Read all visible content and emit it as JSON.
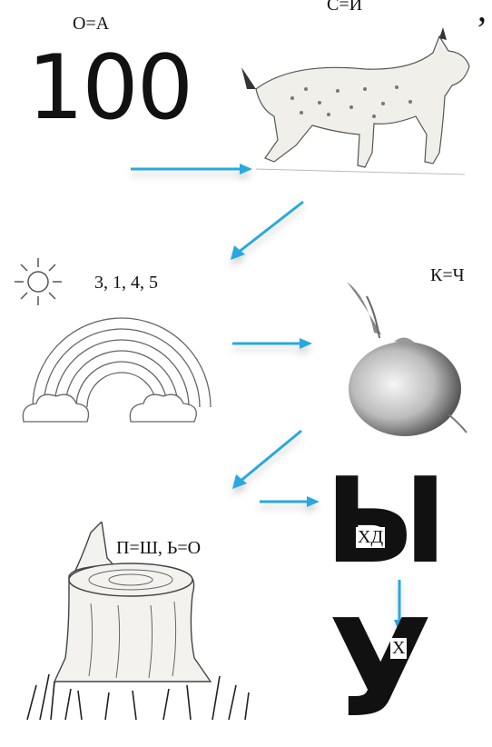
{
  "top": {
    "rule_oa": "О=А",
    "number": "100",
    "rule_si": "С=И",
    "comma": ","
  },
  "sequence": {
    "numbers": "3, 1, 4, 5",
    "rule_kch": "К=Ч"
  },
  "letters": {
    "big_y": "Ы",
    "y_inner": "ХД",
    "big_u": "У",
    "u_inner": "Х"
  },
  "bottom": {
    "rule_psh": "П=Ш, Ь=О"
  },
  "icons": [
    "lynx-picture",
    "sun-icon",
    "rainbow-picture",
    "onion-picture",
    "stump-picture"
  ],
  "colors": {
    "arrow": "#29a8e0",
    "ink": "#111111"
  }
}
